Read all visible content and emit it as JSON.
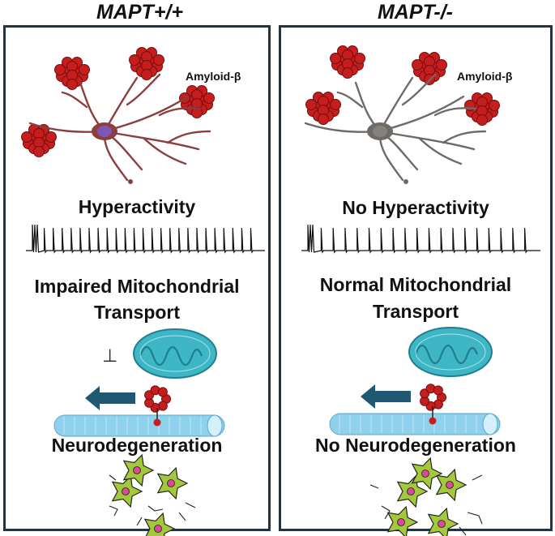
{
  "panels": [
    {
      "title": "MAPT+/+",
      "amyloid_label": "Amyloid-β",
      "activity_label": "Hyperactivity",
      "transport_line1": "Impaired Mitochondrial",
      "transport_line2": "Transport",
      "block_symbol": "⊥",
      "outcome_label": "Neurodegeneration",
      "neuron_color": "#8a3e3e",
      "soma_color": "#7a5cc8"
    },
    {
      "title": "MAPT-/-",
      "amyloid_label": "Amyloid-β",
      "activity_label": "No Hyperactivity",
      "transport_line1": "Normal Mitochondrial",
      "transport_line2": "Transport",
      "outcome_label": "No Neurodegeneration",
      "neuron_color": "#6e6a66",
      "soma_color": "#8a8580"
    }
  ],
  "colors": {
    "border": "#233340",
    "amyloid": "#c41e1e",
    "mitochondria": "#3fb6c6",
    "microtubule": "#8fd0ec",
    "arrow": "#1f5872",
    "cell_green": "#a3c93a"
  }
}
